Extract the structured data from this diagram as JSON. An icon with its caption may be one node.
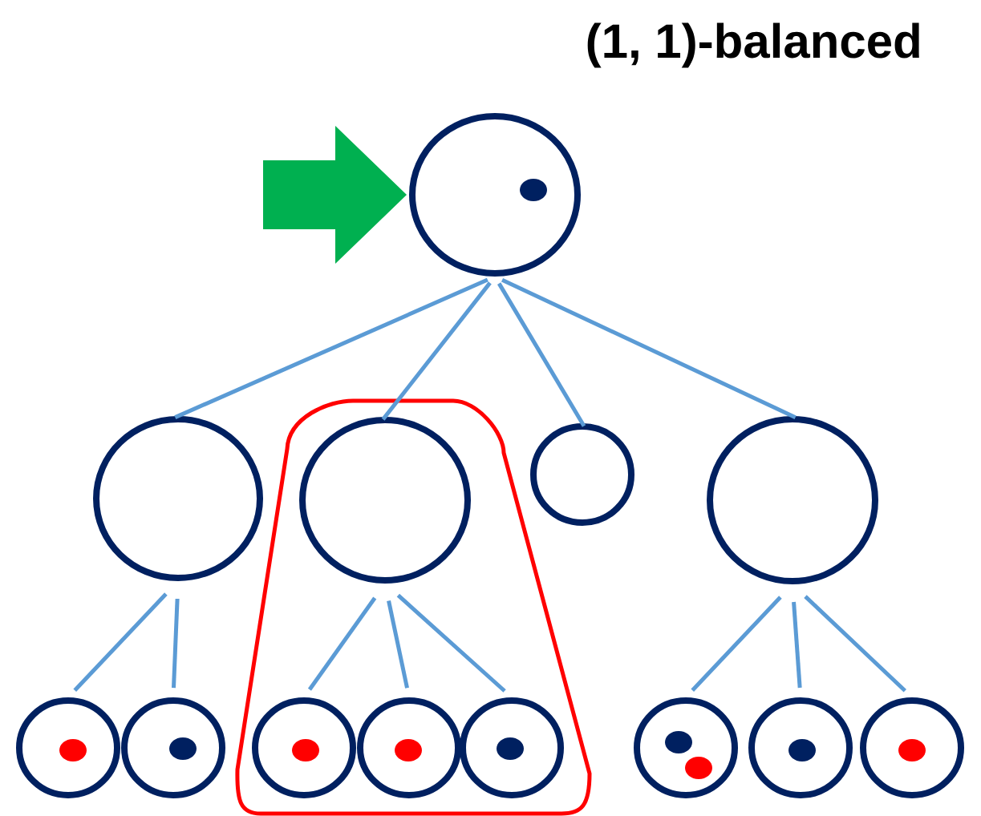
{
  "diagram": {
    "title": "(1, 1)-balanced",
    "nodes": [
      {
        "text": [],
        "shape": "circle"
      },
      {
        "text": [],
        "shape": "circle"
      },
      {
        "text": [],
        "shape": "circle"
      },
      {
        "text": [],
        "shape": "circle"
      },
      {
        "text": [],
        "shape": "circle"
      },
      {
        "text": [],
        "shape": "circle"
      },
      {
        "text": [],
        "shape": "circle"
      },
      {
        "text": [],
        "shape": "circle"
      },
      {
        "text": [],
        "shape": "circle"
      },
      {
        "text": [],
        "shape": "circle"
      },
      {
        "text": [],
        "shape": "circle"
      },
      {
        "text": [],
        "shape": "circle"
      },
      {
        "text": [],
        "shape": "circle"
      }
    ],
    "edges": [
      {
        "from": null,
        "to": 0,
        "arrow": "to",
        "style": "thick",
        "color": "#00b050"
      },
      {
        "from": 0,
        "to": 1,
        "arrow": "none"
      },
      {
        "from": 0,
        "to": 2,
        "arrow": "none"
      },
      {
        "from": 0,
        "to": 3,
        "arrow": "none"
      },
      {
        "from": 0,
        "to": 4,
        "arrow": "none"
      },
      {
        "from": 1,
        "to": 5,
        "arrow": "none"
      },
      {
        "from": 1,
        "to": 6,
        "arrow": "none"
      },
      {
        "from": 2,
        "to": 7,
        "arrow": "none"
      },
      {
        "from": 2,
        "to": 8,
        "arrow": "none"
      },
      {
        "from": 2,
        "to": 9,
        "arrow": "none"
      },
      {
        "from": 4,
        "to": 10,
        "arrow": "none"
      },
      {
        "from": 4,
        "to": 11,
        "arrow": "none"
      },
      {
        "from": 4,
        "to": 12,
        "arrow": "none"
      }
    ]
  }
}
